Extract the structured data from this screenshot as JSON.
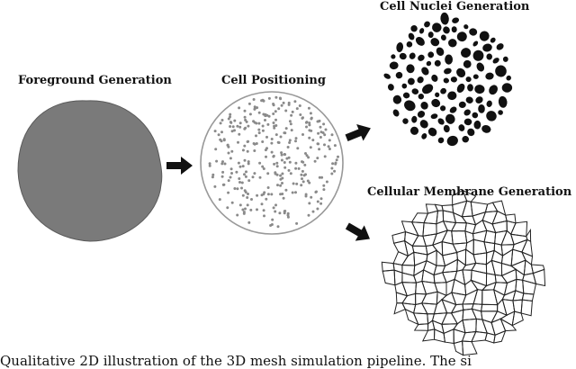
{
  "stages": {
    "foreground": {
      "title": "Foreground Generation"
    },
    "positioning": {
      "title": "Cell Positioning"
    },
    "nuclei": {
      "title": "Cell Nuclei Generation"
    },
    "membrane": {
      "title": "Cellular Membrane Generation"
    }
  },
  "caption": "Qualitative 2D illustration of the 3D mesh simulation pipeline. The si",
  "colors": {
    "foreground_fill": "#7a7a7a",
    "foreground_stroke": "#5a5a5a",
    "outline": "#999999",
    "dots": "#8a8a8a",
    "nuclei": "#111111",
    "membrane": "#222222",
    "arrow": "#111111"
  },
  "icons": {
    "arrow": "right-arrow-icon"
  }
}
